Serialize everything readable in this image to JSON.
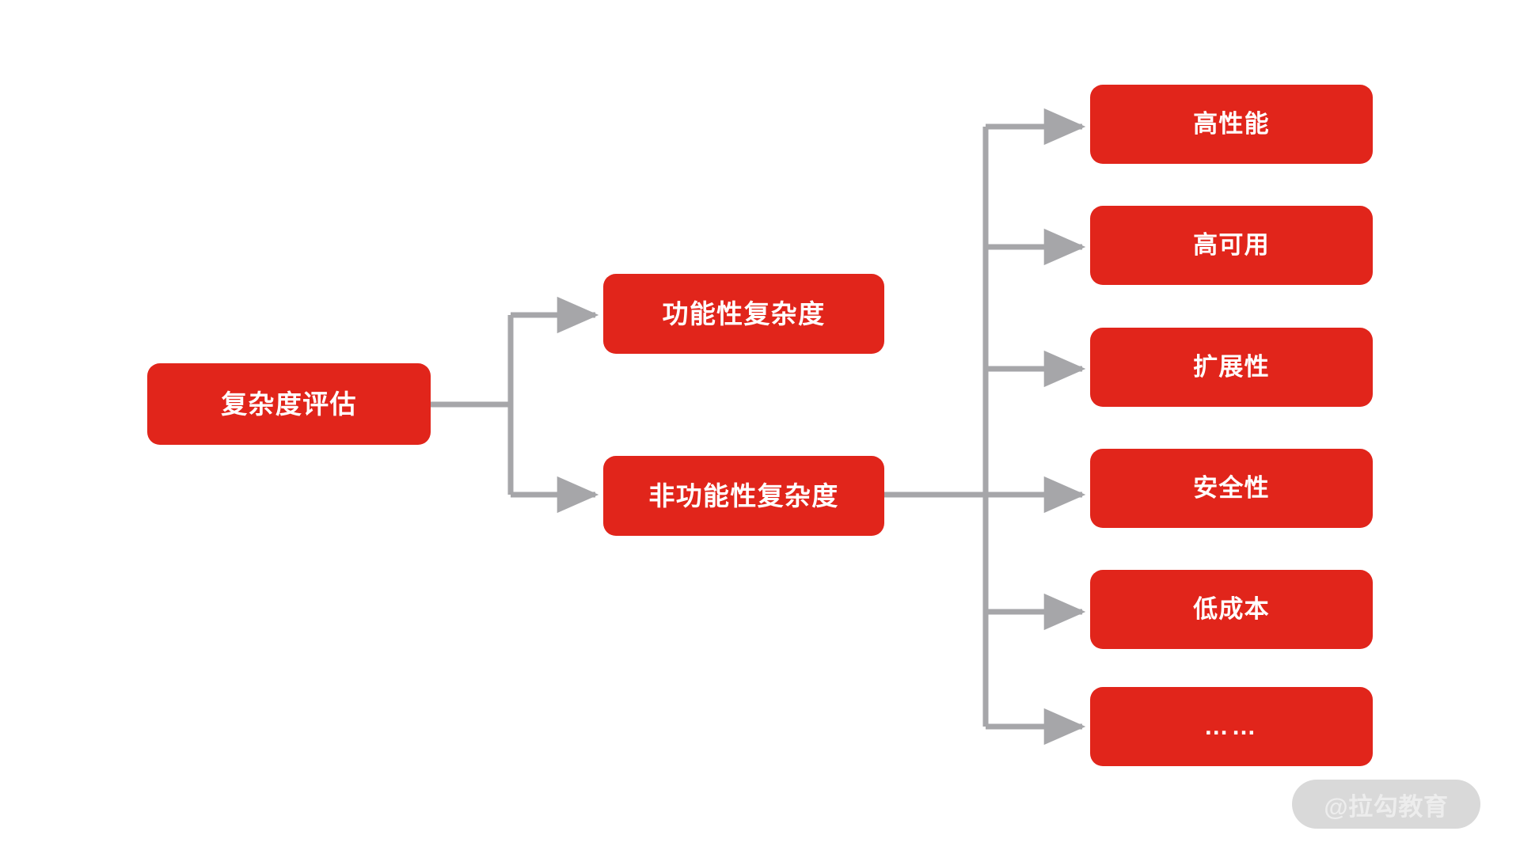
{
  "diagram": {
    "title": "复杂度评估",
    "line_color": "#A6A6A9",
    "node_color": "#E1251B",
    "node_text_color": "#FFFFFF",
    "background_color": "#FFFFFF",
    "root": {
      "label": "复杂度评估"
    },
    "branches": [
      {
        "label": "功能性复杂度"
      },
      {
        "label": "非功能性复杂度"
      }
    ],
    "leaves": [
      {
        "label": "高性能"
      },
      {
        "label": "高可用"
      },
      {
        "label": "扩展性"
      },
      {
        "label": "安全性"
      },
      {
        "label": "低成本"
      },
      {
        "label": "……"
      }
    ]
  },
  "watermark": {
    "label": "@拉勾教育",
    "background_color": "#D9D9D9",
    "text_color": "#EDEDED"
  }
}
